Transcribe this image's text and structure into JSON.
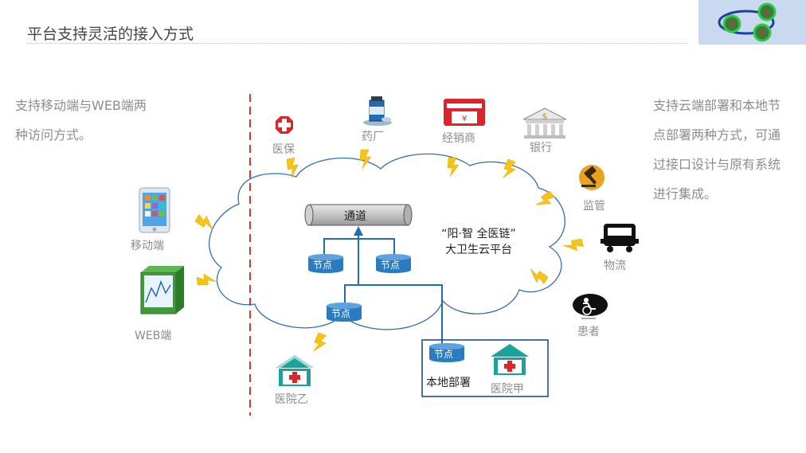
{
  "title": "平台支持灵活的接入方式",
  "left_description": [
    "支持移动端与WEB端两",
    "种访问方式。"
  ],
  "right_description": [
    "支持云端部署和本地节",
    "点部署两种方式，可通",
    "过接口设计与原有系统",
    "进行集成。"
  ],
  "clients": {
    "mobile": "移动端",
    "web": "WEB端"
  },
  "partners": {
    "insurance": "医保",
    "pharma": "药厂",
    "distributor": "经销商",
    "bank": "银行",
    "regulator": "监管",
    "logistics": "物流",
    "patient": "患者"
  },
  "cloud": {
    "platform_line1": "“阳·智 全医链”",
    "platform_line2": "大卫生云平台",
    "channel": "通道",
    "node": "节点"
  },
  "hospitals": {
    "hospital_b": "医院乙",
    "hospital_a": "医院甲",
    "local_deploy": "本地部署"
  },
  "colors": {
    "divider": "#e0312b",
    "node_blue": "#2a7bc0",
    "line_blue": "#1f6db3",
    "cloud_stroke": "#2f6fb0",
    "lightning": "#f6c417",
    "hospital_green": "#1aa39a",
    "red_icon": "#d9262b"
  }
}
